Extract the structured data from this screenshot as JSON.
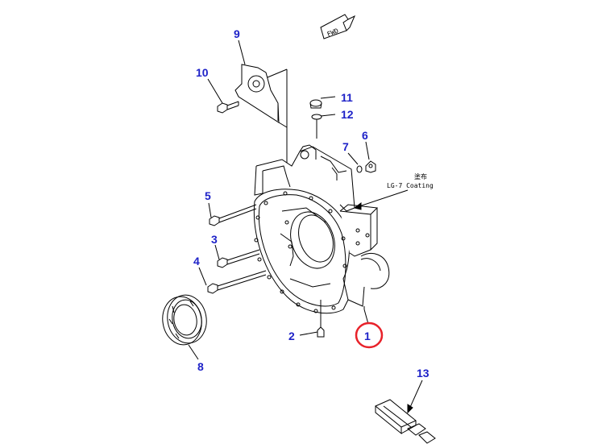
{
  "diagram": {
    "fwd_marker": "FWD",
    "annotation": {
      "jp_label": "塗布",
      "en_label": "LG-7 Coating"
    },
    "callouts": [
      {
        "id": "1",
        "label": "1",
        "color": "#1e22c8",
        "highlighted": true
      },
      {
        "id": "2",
        "label": "2",
        "color": "#1e22c8"
      },
      {
        "id": "3",
        "label": "3",
        "color": "#1e22c8"
      },
      {
        "id": "4",
        "label": "4",
        "color": "#1e22c8"
      },
      {
        "id": "5",
        "label": "5",
        "color": "#1e22c8"
      },
      {
        "id": "6",
        "label": "6",
        "color": "#1e22c8"
      },
      {
        "id": "7",
        "label": "7",
        "color": "#1e22c8"
      },
      {
        "id": "8",
        "label": "8",
        "color": "#1e22c8"
      },
      {
        "id": "9",
        "label": "9",
        "color": "#1e22c8"
      },
      {
        "id": "10",
        "label": "10",
        "color": "#1e22c8"
      },
      {
        "id": "11",
        "label": "11",
        "color": "#1e22c8"
      },
      {
        "id": "12",
        "label": "12",
        "color": "#1e22c8"
      },
      {
        "id": "13",
        "label": "13",
        "color": "#1e22c8"
      }
    ],
    "highlight_color": "#e8222a",
    "line_color": "#000000"
  }
}
